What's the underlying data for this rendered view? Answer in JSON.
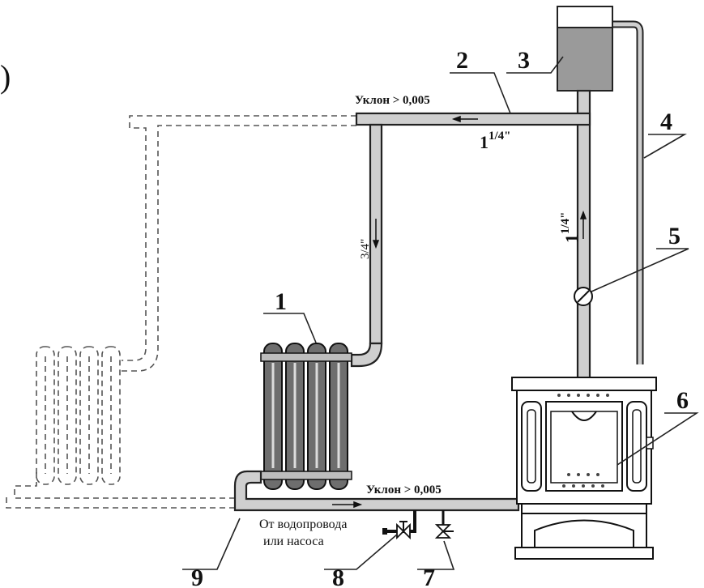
{
  "callouts": {
    "radiator": "1",
    "supply_pipe": "2",
    "expansion_tank": "3",
    "overflow_pipe": "4",
    "gauge": "5",
    "stove": "6",
    "drain_valve": "7",
    "feed_valve": "8",
    "return_pipe": "9"
  },
  "slope_upper": "Уклон > 0,005",
  "slope_lower": "Уклон > 0,005",
  "size_supply_whole": "1",
  "size_supply_frac": "1/4\"",
  "size_riser_whole": "1",
  "size_riser_frac": "1/4\"",
  "size_drop": "3/4\"",
  "source_line1": "От водопровода",
  "source_line2": "или насоса",
  "corner_fragment": ")",
  "tank_color": "#9a9a9a",
  "pipe_color": "#cfcfcf"
}
